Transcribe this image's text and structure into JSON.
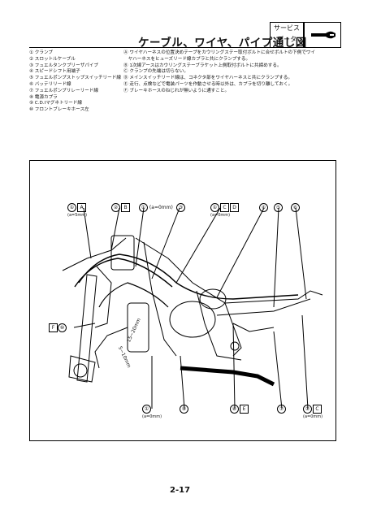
{
  "header": {
    "title": "ケーブル、ワイヤ、パイプ通し図",
    "service_line1": "サービス",
    "service_line2": "データ",
    "icon": "wrench-icon"
  },
  "notes_left": [
    "① クランプ",
    "② スロットルケーブル",
    "③ フュエルタンクブリーザパイプ",
    "④ スピードシフト用端子",
    "⑤ フュエルポンプストップスイッチリード線",
    "⑥ バッテリリード線",
    "⑦ フュエルポンプリレーリード線",
    "⑧ 電源カプラ",
    "⑨ C.D.Iマグネトリード線",
    "⑩ フロントブレーキホース左"
  ],
  "notes_right": [
    "Ⓐ ワイヤハーネスの位置決めテープをカウリングステー取付ボルトに合せボルトの下側でワイ",
    "　ヤハーネスをヒューズリード線カプラと共にクランプする。",
    "Ⓑ 1次線アースはカウリングステーブラケット上側取付ボルトに共締めする。",
    "Ⓒ クランプの先端は切らない。",
    "Ⓓ メインスイッチリード線は、コネクタ部をワイヤハーネスと共にクランプする。",
    "Ⓔ 走行、点検などで電装パーツを作動させる時以外は、カプラを切り離しておく。",
    "Ⓕ ブレーキホースのねじれが無いように通すこと。"
  ],
  "callouts": {
    "top1": {
      "num": "①",
      "letter": "A",
      "note": "(a=5mm)"
    },
    "top2": {
      "num": "②",
      "letter": "B"
    },
    "top3": {
      "num": "①",
      "note": "(a=0mm)"
    },
    "top4": {
      "num": "③"
    },
    "top5": {
      "num": "①",
      "letter1": "C",
      "letter2": "D",
      "note": "(a=0mm)"
    },
    "top6": {
      "num": "④"
    },
    "top7": {
      "num": "⑤"
    },
    "top8": {
      "num": "⑥"
    },
    "left1": {
      "letter": "F",
      "num": "⑩"
    },
    "bot1": {
      "num": "①",
      "note": "(a=0mm)"
    },
    "bot2": {
      "num": "⑨"
    },
    "bot3": {
      "num": "⑧",
      "letter": "E"
    },
    "bot4": {
      "num": "⑦"
    },
    "bot5": {
      "num": "①",
      "letter": "C",
      "note": "(a=0mm)"
    },
    "dim1": "15~20mm",
    "dim2": "5~10mm"
  },
  "page_number": "2-17"
}
